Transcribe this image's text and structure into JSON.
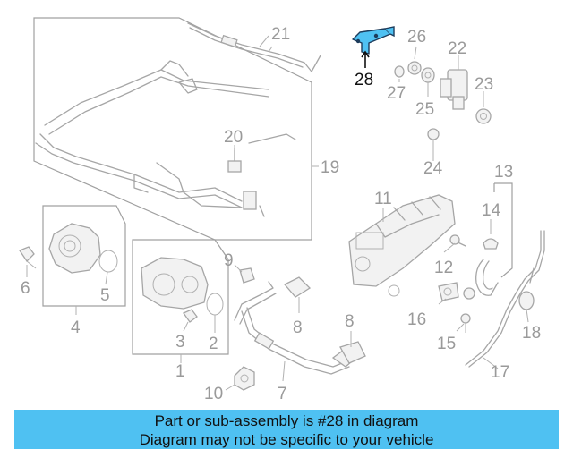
{
  "highlight_color": "#4fc1f2",
  "highlighted_part": "28",
  "labels": {
    "n1": "1",
    "n2": "2",
    "n3": "3",
    "n4": "4",
    "n5": "5",
    "n6": "6",
    "n7": "7",
    "n8a": "8",
    "n8b": "8",
    "n9": "9",
    "n10": "10",
    "n11": "11",
    "n12": "12",
    "n13": "13",
    "n14": "14",
    "n15": "15",
    "n16": "16",
    "n17": "17",
    "n18": "18",
    "n19": "19",
    "n20": "20",
    "n21": "21",
    "n22": "22",
    "n23": "23",
    "n24": "24",
    "n25": "25",
    "n26": "26",
    "n27": "27",
    "n28": "28"
  },
  "banner": {
    "line1": "Part or sub-assembly is #28 in diagram",
    "line2": "Diagram may not be specific to your vehicle"
  }
}
